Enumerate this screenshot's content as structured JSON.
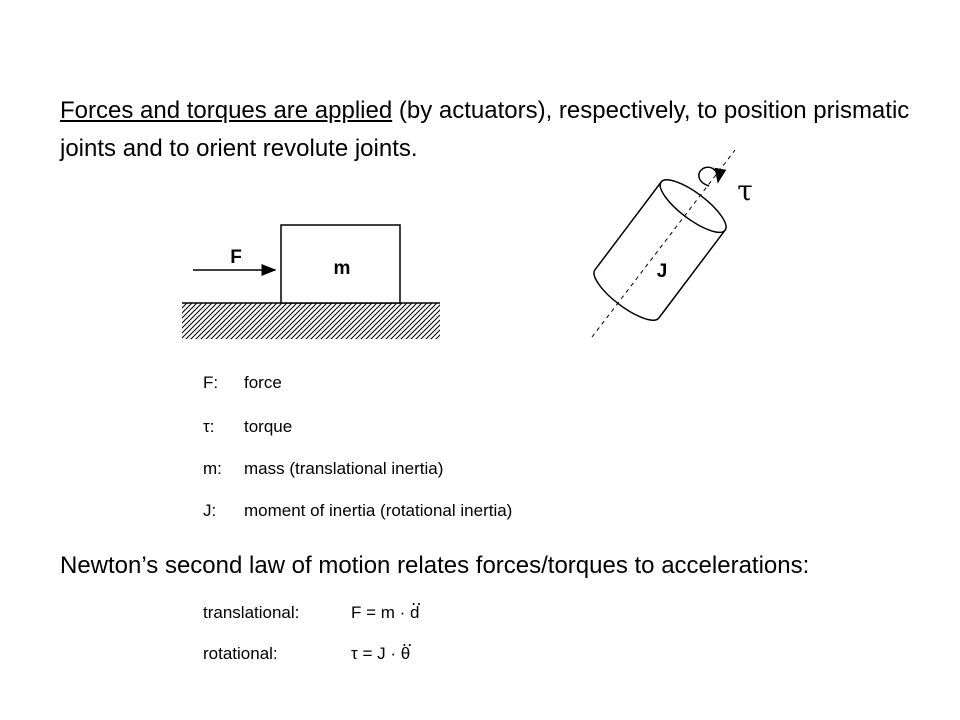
{
  "intro": {
    "underlined": "Forces and torques are applied",
    "rest": " (by actuators), respectively, to position prismatic joints and to orient revolute joints."
  },
  "figure": {
    "force_label": "F",
    "mass_label": "m",
    "inertia_label": "J",
    "torque_label": "τ"
  },
  "legend": [
    {
      "symbol": "F:",
      "text": "force"
    },
    {
      "symbol": "τ:",
      "text": "torque"
    },
    {
      "symbol": "m:",
      "text": "mass (translational inertia)"
    },
    {
      "symbol": "J:",
      "text": "moment of inertia (rotational inertia)"
    }
  ],
  "newton": "Newton’s second law of motion relates forces/torques to accelerations:",
  "equations": [
    {
      "label": "translational:",
      "lhs": "F = m · ",
      "var": "d"
    },
    {
      "label": "rotational:",
      "lhs": "τ = J · ",
      "var": "θ"
    }
  ]
}
